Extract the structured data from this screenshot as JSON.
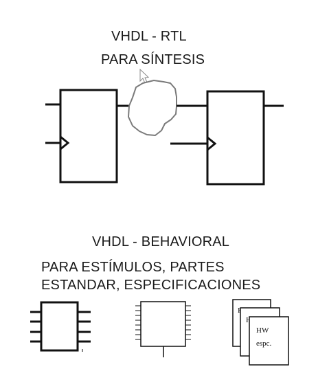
{
  "rtl": {
    "title": "VHDL - RTL",
    "subtitle": "PARA SÍNTESIS"
  },
  "behavioral": {
    "title": "VHDL - BEHAVIORAL",
    "subtitle_line1": "PARA ESTÍMULOS, PARTES",
    "subtitle_line2": "ESTANDAR, ESPECIFICACIONES"
  },
  "documents": {
    "back_label": "HW",
    "middle_label": "HW",
    "front_line1": "HW",
    "front_line2": "espc."
  },
  "icons": [
    "cursor-icon",
    "dip-chip-icon",
    "qfp-chip-icon",
    "document-stack-icon"
  ],
  "colors": {
    "line": "#111111",
    "cloud_stroke": "#7a7a7a",
    "cursor": "#888888"
  }
}
